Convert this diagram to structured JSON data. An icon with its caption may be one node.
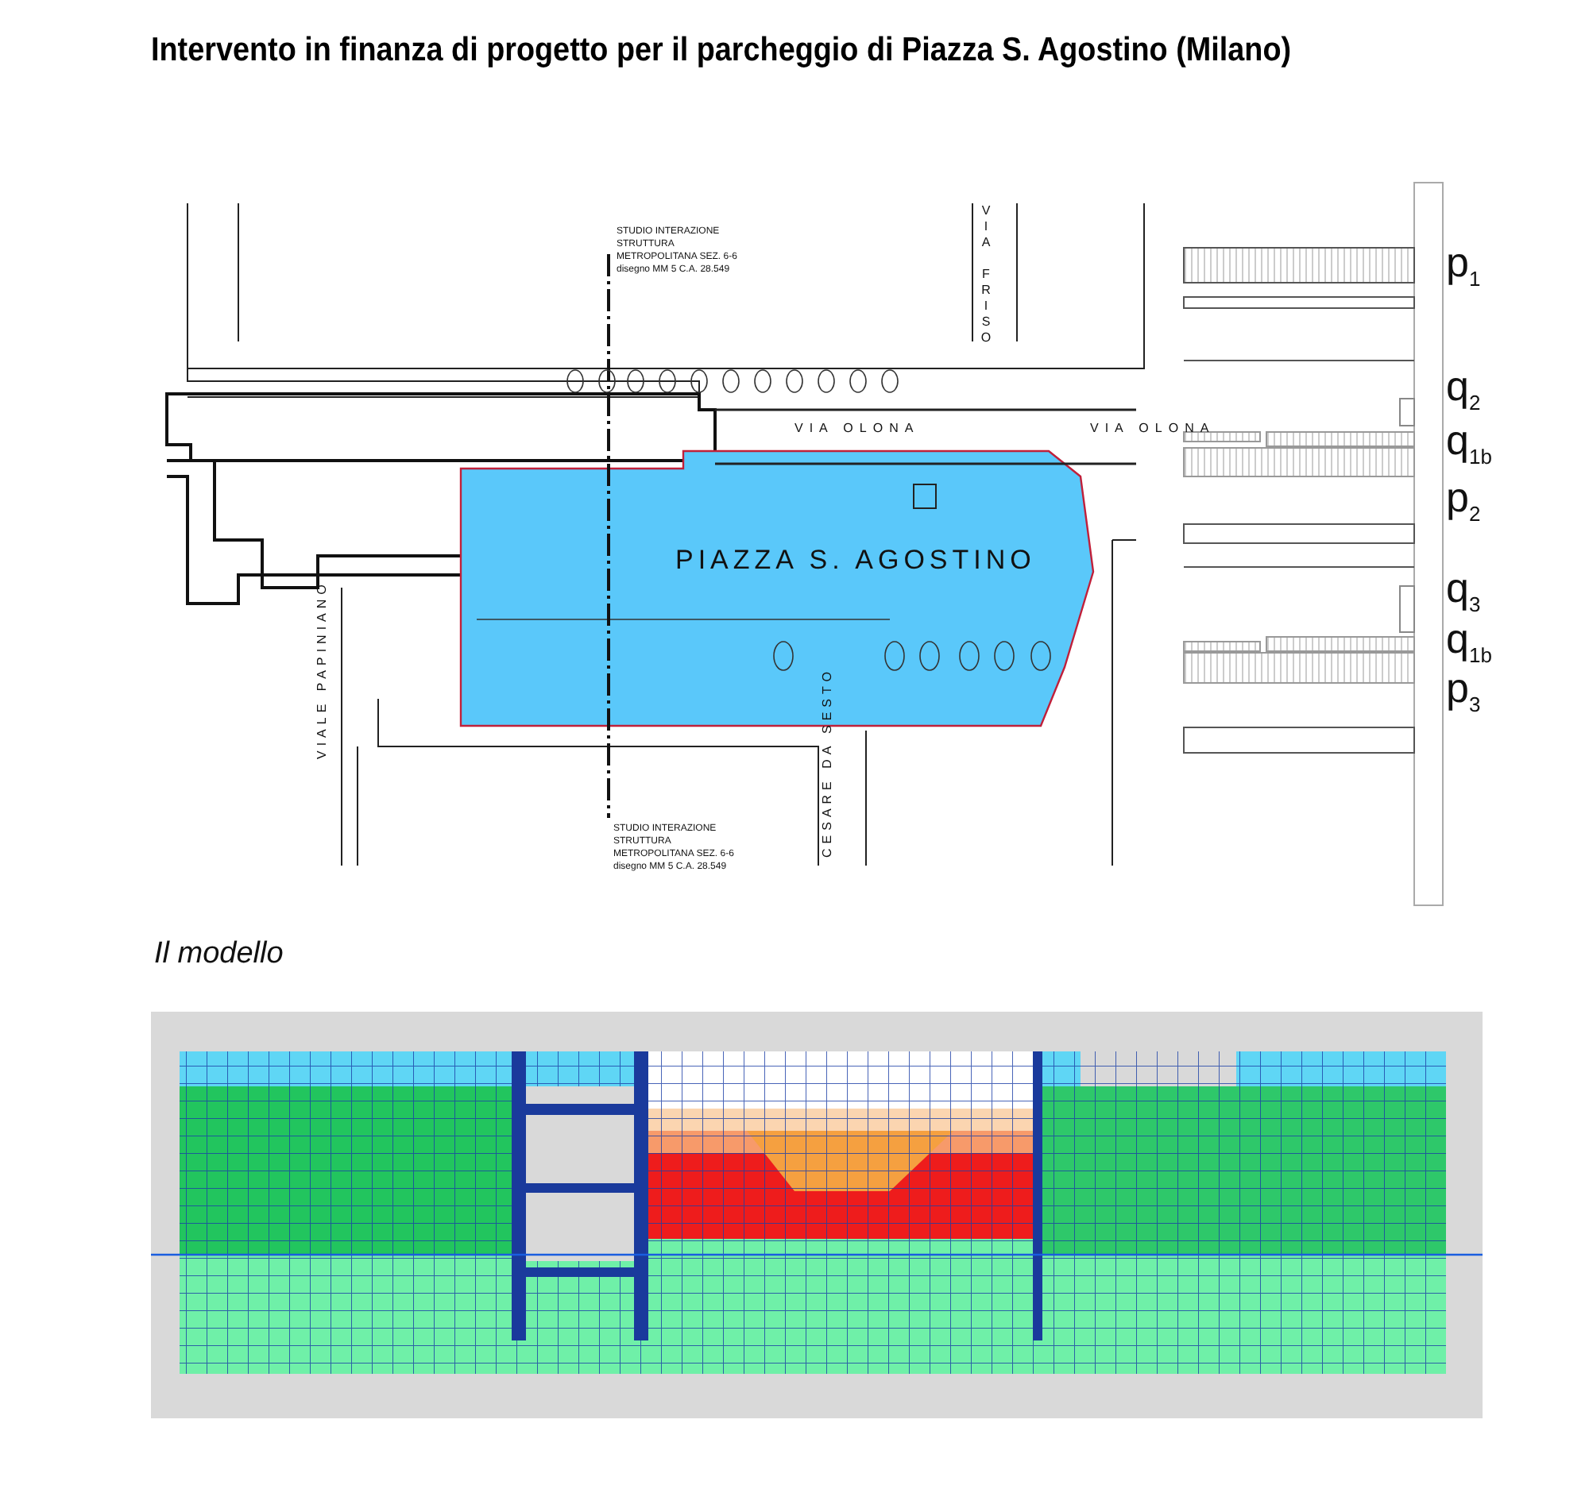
{
  "diagram": {
    "title": "Intervento in finanza di progetto per il parcheggio di Piazza S. Agostino (Milano)",
    "labels": [
      "STUDIO INTERAZIONE STRUTTURA METROPOLITANA SEZ. 6-6 disegno MM 5 C.A. 28.549",
      "VIA FRISO",
      "p$_{1}$",
      "q$_{2}$",
      "VIA OLONA",
      "VIA OLONA",
      "q$_{1b}$",
      "p$_{2}$",
      "PIAZZA S. AGOSTINO",
      "q$_{3}$",
      "q$_{1b}$",
      "p$_{3}$",
      "VIALE PAPINIANO",
      "CESARE DA SESTO",
      "STUDIO INTERAZIONE STRUTTURA METROPOLITANA SEZ. 6-6 disegno MM 5 C.A. 28.549",
      "Il modello"
    ]
  }
}
